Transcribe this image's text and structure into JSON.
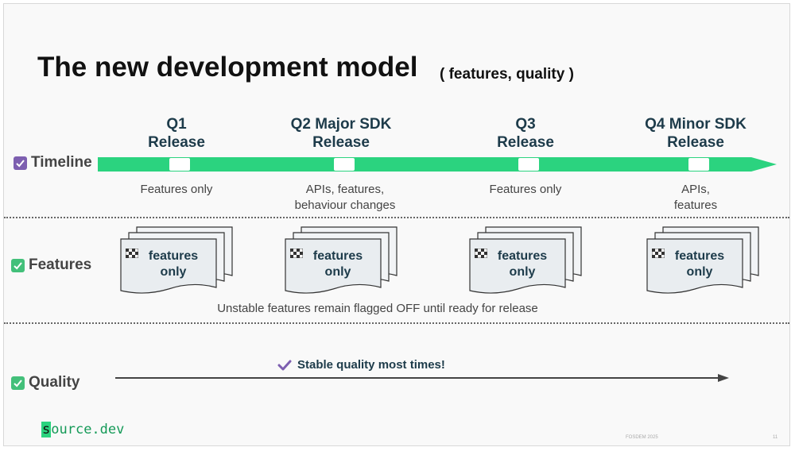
{
  "slide": {
    "title": "The new development model",
    "subtitle": "( features, quality )",
    "accent_color": "#2bd37f",
    "check_colors": {
      "purple": "#7d5fb0",
      "green": "#43c07a"
    }
  },
  "milestones": [
    {
      "line1": "Q1",
      "line2": "Release",
      "note1": "Features only",
      "note2": ""
    },
    {
      "line1": "Q2 Major SDK",
      "line2": "Release",
      "note1": "APIs, features,",
      "note2": "behaviour changes"
    },
    {
      "line1": "Q3",
      "line2": "Release",
      "note1": "Features only",
      "note2": ""
    },
    {
      "line1": "Q4 Minor SDK",
      "line2": "Release",
      "note1": "APIs,",
      "note2": "features"
    }
  ],
  "rows": {
    "timeline": {
      "label": "Timeline",
      "check_icon": "purple-checkbox-icon"
    },
    "features": {
      "label": "Features",
      "check_icon": "green-checkbox-icon"
    },
    "quality": {
      "label": "Quality",
      "check_icon": "green-checkbox-icon"
    }
  },
  "feature_docs": [
    {
      "line1": "features",
      "line2": "only",
      "icon": "checkered-flag-icon"
    },
    {
      "line1": "features",
      "line2": "only",
      "icon": "checkered-flag-icon"
    },
    {
      "line1": "features",
      "line2": "only",
      "icon": "checkered-flag-icon"
    },
    {
      "line1": "features",
      "line2": "only",
      "icon": "checkered-flag-icon"
    }
  ],
  "features_note": "Unstable features remain flagged OFF until ready for release",
  "quality_note": "Stable quality most times!",
  "footer": {
    "logo_first": "s",
    "logo_rest": "ource.dev",
    "event": "FOSDEM 2025",
    "page": "11"
  }
}
